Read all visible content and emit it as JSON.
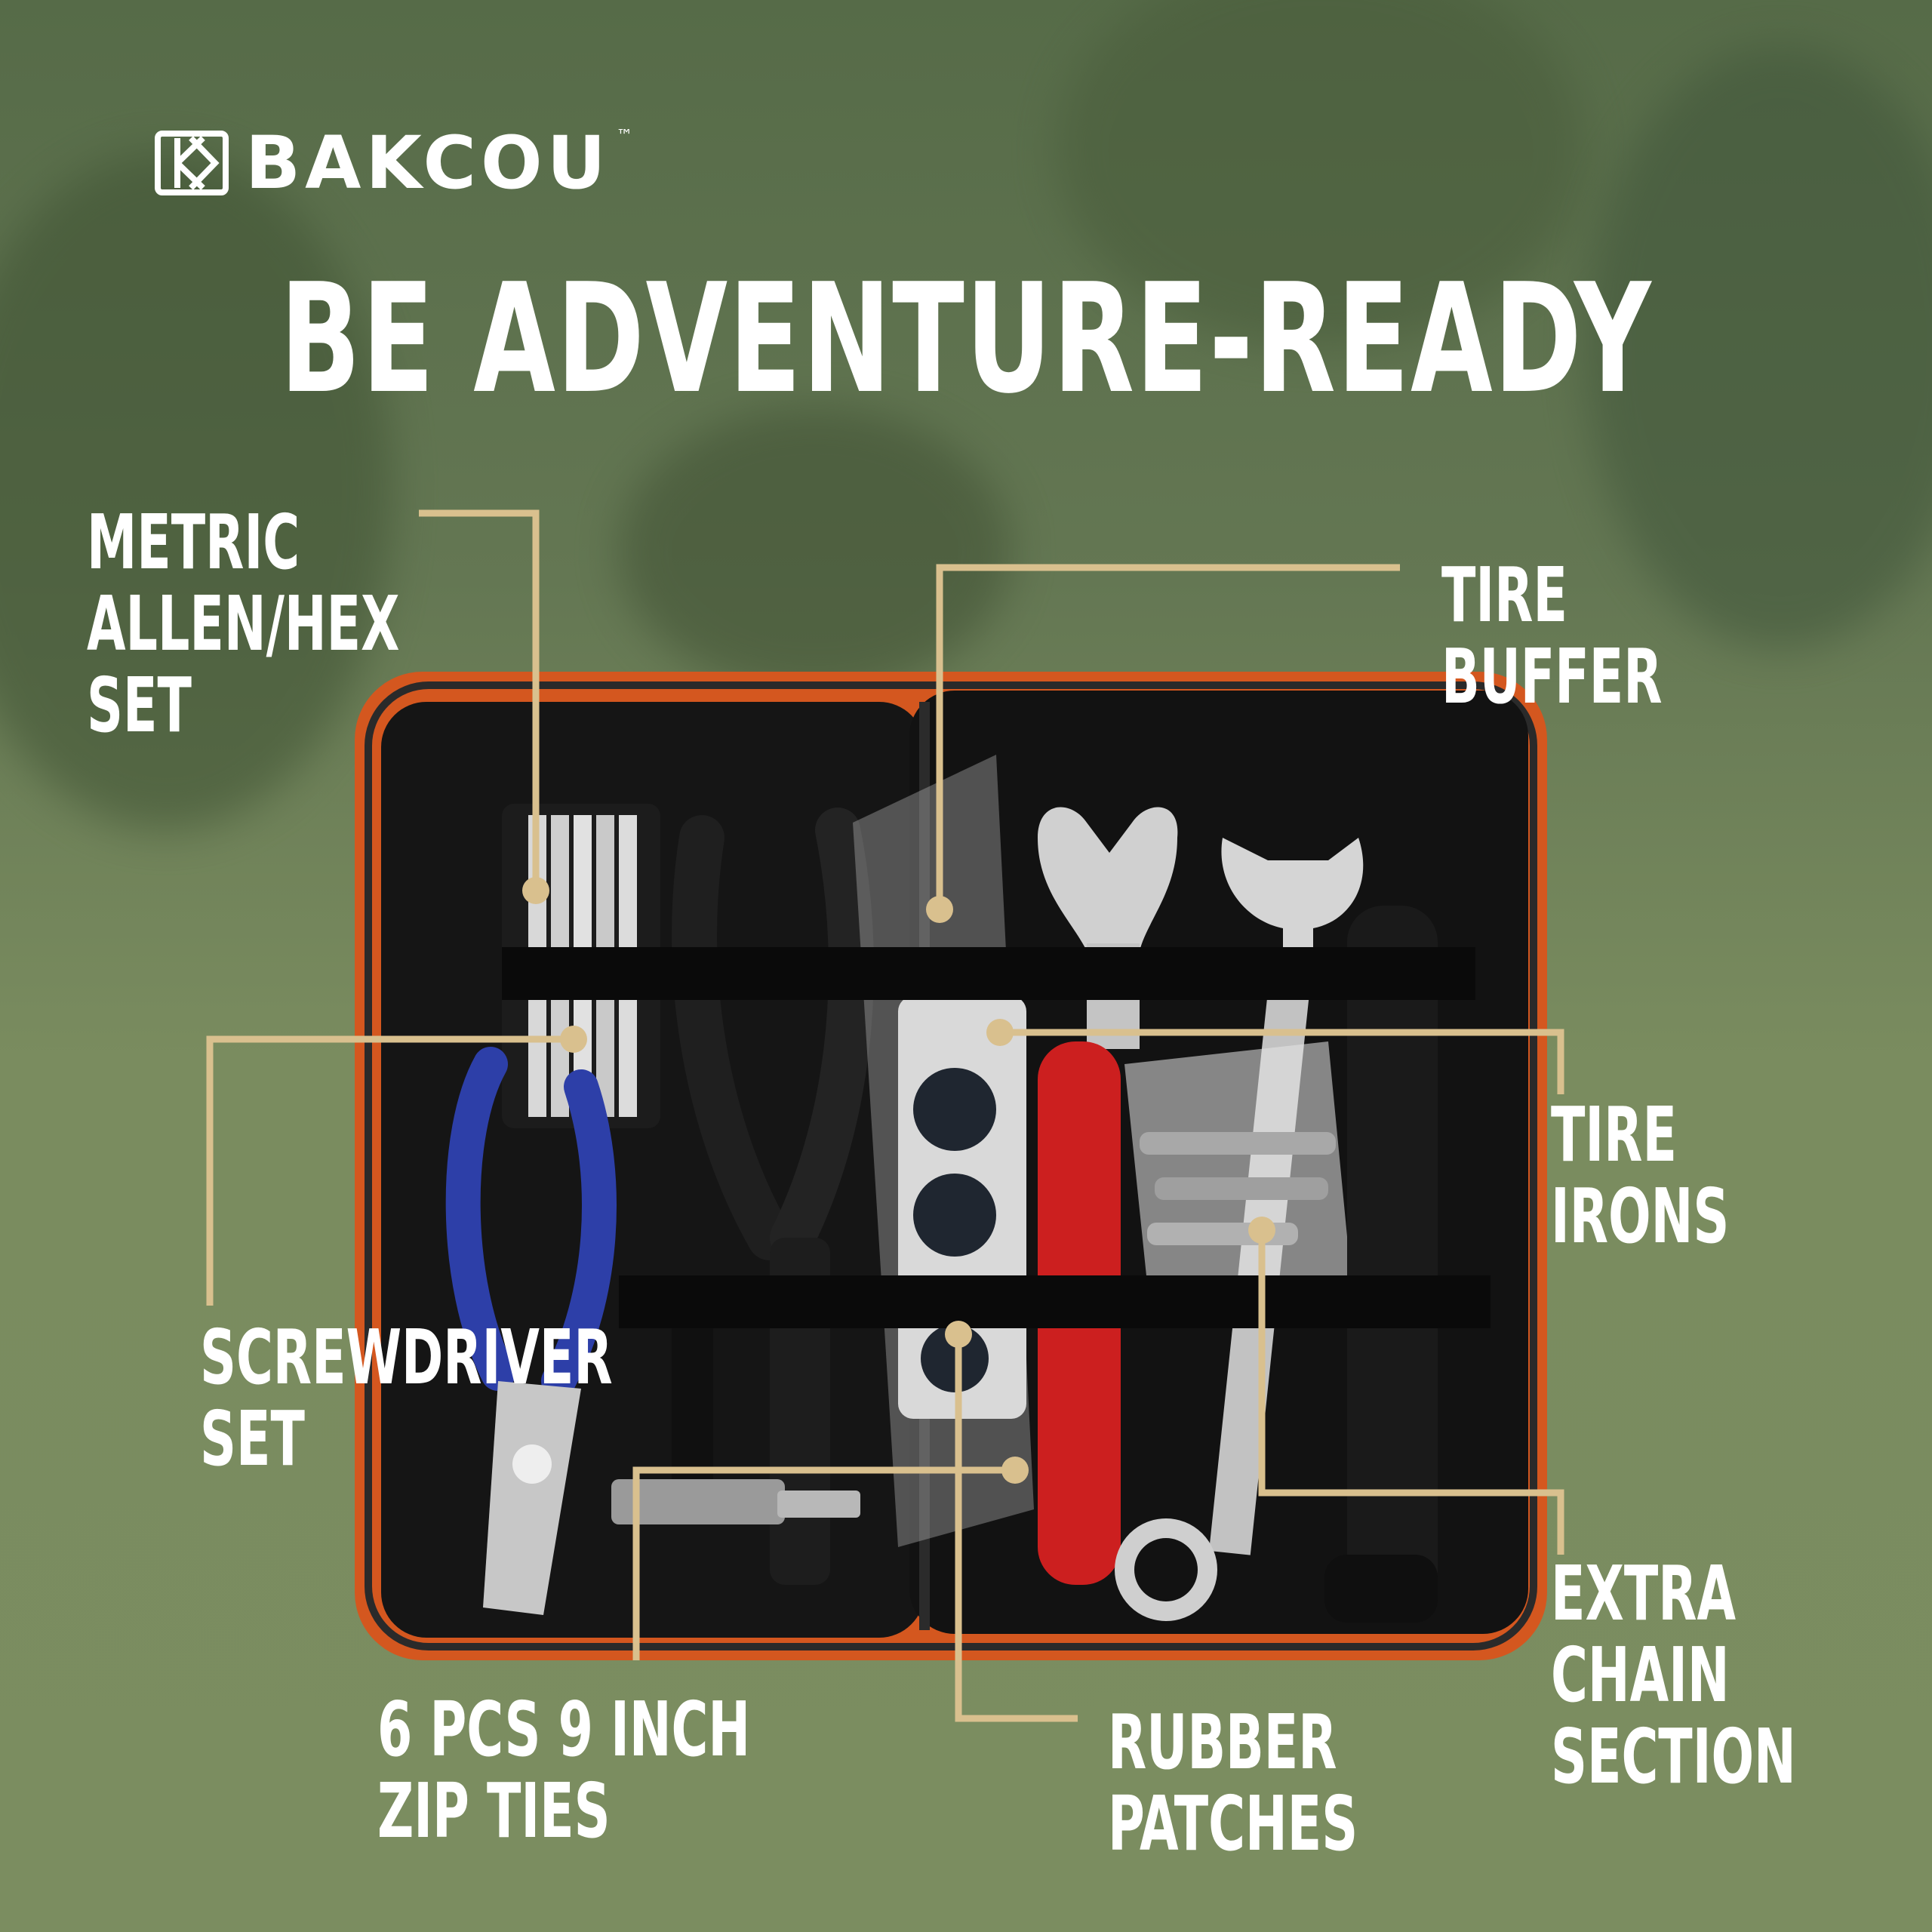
{
  "brand": {
    "name": "BAKCOU",
    "trademark": "™"
  },
  "headline": "BE ADVENTURE-READY",
  "labels": {
    "allen_hex": "METRIC\nALLEN/HEX\nSET",
    "tire_buffer": "TIRE\nBUFFER",
    "screwdriver": "SCREWDRIVER\nSET",
    "tire_irons": "TIRE\nIRONS",
    "extra_chain": "EXTRA\nCHAIN\nSECTION",
    "zip_ties": "6 PCS 9 INCH\nZIP TIES",
    "rubber_patches": "RUBBER\nPATCHES"
  },
  "colors": {
    "callout_line": "#d9c08e",
    "case_trim": "#d4571f",
    "case_inner": "#141414",
    "text": "#ffffff"
  }
}
